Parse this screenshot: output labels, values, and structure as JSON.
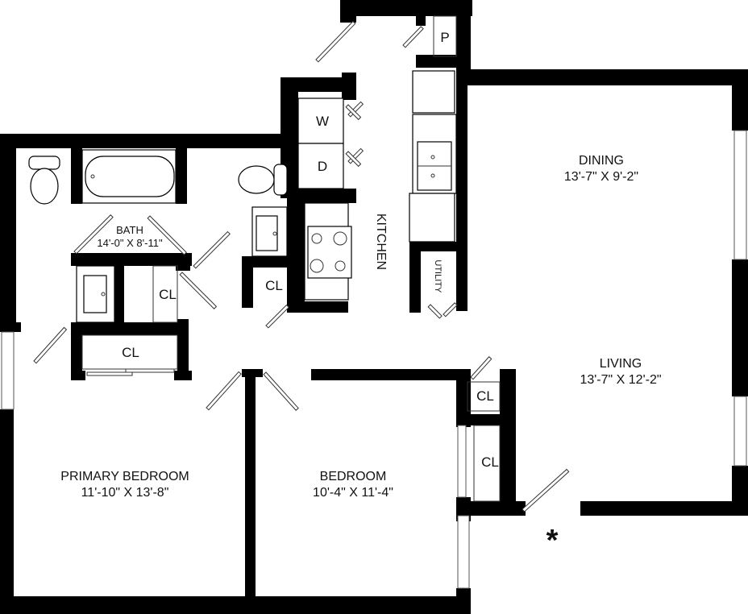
{
  "plan": {
    "rooms": [
      {
        "id": "dining",
        "name": "DINING",
        "dims": "13'-7\" X 9'-2\""
      },
      {
        "id": "living",
        "name": "LIVING",
        "dims": "13'-7\" X 12'-2\""
      },
      {
        "id": "kitchen",
        "name": "KITCHEN",
        "dims": ""
      },
      {
        "id": "bath",
        "name": "BATH",
        "dims": "14'-0\" X 8'-11\""
      },
      {
        "id": "primary-bedroom",
        "name": "PRIMARY BEDROOM",
        "dims": "11'-10\" X 13'-8\""
      },
      {
        "id": "bedroom",
        "name": "BEDROOM",
        "dims": "10'-4\" X 11'-4\""
      }
    ],
    "small_labels": {
      "washer": "W",
      "dryer": "D",
      "pantry": "P",
      "utility": "UTILITY",
      "closet": "CL"
    },
    "entry_marker": "*",
    "colors": {
      "wall": "#000000",
      "background": "#ffffff",
      "text": "#111111"
    }
  }
}
